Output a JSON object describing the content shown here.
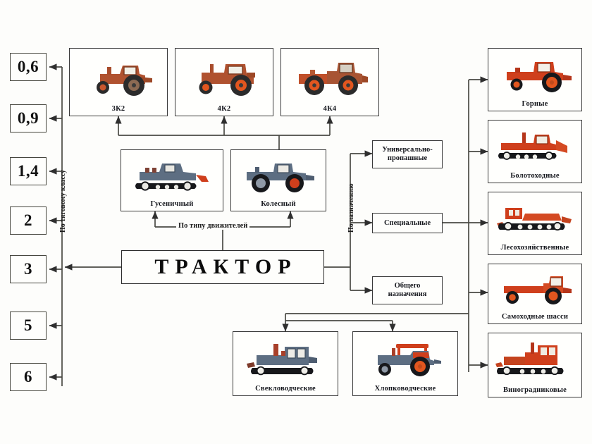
{
  "diagram": {
    "title": "ТРАКТОР",
    "center_label": "ТРАКТОР",
    "axis_labels": {
      "by_class": "По тяговому классу",
      "by_propulsion": "По типу движителей",
      "by_purpose": "По назначению"
    },
    "colors": {
      "red": "#cf3f1c",
      "blue_gray": "#5d6e82",
      "brown_red": "#b0522f",
      "border": "#3a3a3a",
      "background": "#fdfdfb",
      "text": "#14161c"
    }
  },
  "traction_classes": [
    {
      "value": "0,6"
    },
    {
      "value": "0,9"
    },
    {
      "value": "1,4"
    },
    {
      "value": "2"
    },
    {
      "value": "3"
    },
    {
      "value": "5"
    },
    {
      "value": "6"
    }
  ],
  "wheel_formulas": [
    {
      "label": "3К2",
      "art": "tractor-red-3k2"
    },
    {
      "label": "4К2",
      "art": "tractor-red-4k2"
    },
    {
      "label": "4К4",
      "art": "tractor-red-4k4"
    }
  ],
  "propulsion_types": [
    {
      "label": "Гусеничный",
      "art": "crawler-tractor"
    },
    {
      "label": "Колесный",
      "art": "wheeled-tractor"
    }
  ],
  "purpose_categories": [
    {
      "label": "Универсально-\nпропашные"
    },
    {
      "label": "Специальные"
    },
    {
      "label": "Общего\nназначения"
    }
  ],
  "special_types": [
    {
      "label": "Горные",
      "art": "mountain-tractor"
    },
    {
      "label": "Болотоходные",
      "art": "swamp-tractor"
    },
    {
      "label": "Лесохозяйственные",
      "art": "forestry-tractor"
    },
    {
      "label": "Самоходные шасси",
      "art": "self-propelled-chassis"
    },
    {
      "label": "Виноградниковые",
      "art": "vineyard-tractor"
    }
  ],
  "row_crop_types": [
    {
      "label": "Свекловодческие",
      "art": "beet-tractor"
    },
    {
      "label": "Хлопководческие",
      "art": "cotton-tractor"
    }
  ]
}
